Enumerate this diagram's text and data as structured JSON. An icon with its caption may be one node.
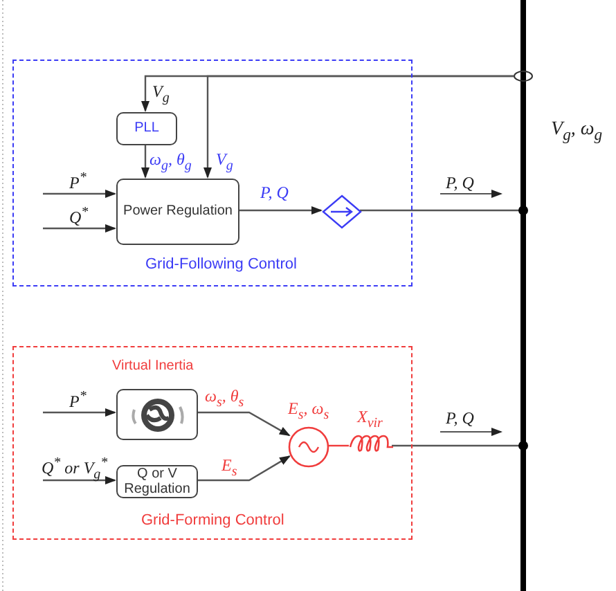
{
  "diagram": {
    "nodes": [
      {
        "text": [
          "Grid-Following Control"
        ]
      },
      {
        "text": [
          "PLL"
        ],
        "in": 0
      },
      {
        "text": [
          "Power Regulation"
        ],
        "in": 0
      },
      {
        "text": [],
        "shape": "diamond",
        "in": 0
      },
      {
        "text": [
          "Grid-Forming Control"
        ]
      },
      {
        "text": [
          "Virtual Inertia"
        ],
        "in": 4
      },
      {
        "text": [
          "Q or V Regulation"
        ],
        "in": 4
      },
      {
        "text": [],
        "shape": "circle",
        "in": 4,
        "beside": [
          "E$_{s}$, ω$_{s}$"
        ]
      },
      {
        "text": [],
        "shape": "inductor",
        "in": 4,
        "beside": [
          "X$_{vir}$"
        ]
      },
      {
        "text": [],
        "shape": "bar",
        "beside": [
          "V$_{g}$, ω$_{g}$"
        ]
      },
      {
        "text": [],
        "shape": "ellipse"
      }
    ],
    "edges": [
      {
        "from": 10,
        "to": 1,
        "arrow": "to",
        "label": "V$_{g}$"
      },
      {
        "from": 10,
        "to": 2,
        "arrow": "to",
        "label": "V$_{g}$"
      },
      {
        "from": 1,
        "to": 2,
        "arrow": "to",
        "label": "ω$_{g}$, θ$_{g}$"
      },
      {
        "from": null,
        "to": 2,
        "arrow": "to",
        "label": "P$^{*}$"
      },
      {
        "from": null,
        "to": 2,
        "arrow": "to",
        "label": "Q$^{*}$"
      },
      {
        "from": 2,
        "to": 3,
        "arrow": "to",
        "label": "P, Q"
      },
      {
        "from": 3,
        "to": 9,
        "arrow": "other"
      },
      {
        "from": null,
        "to": 5,
        "arrow": "to",
        "label": "P$^{*}$"
      },
      {
        "from": null,
        "to": 6,
        "arrow": "to",
        "label": "Q$^{*}$ or V$_{g}$$^{*}$"
      },
      {
        "from": 5,
        "to": 7,
        "arrow": "to",
        "label": "ω$_{s}$, θ$_{s}$"
      },
      {
        "from": 6,
        "to": 7,
        "arrow": "to",
        "label": "E$_{s}$"
      },
      {
        "from": 7,
        "to": 8,
        "arrow": "none",
        "color": "#f03c3c"
      },
      {
        "from": 8,
        "to": 9,
        "arrow": "other"
      }
    ],
    "labels": [
      "P, Q",
      "P, Q"
    ]
  }
}
